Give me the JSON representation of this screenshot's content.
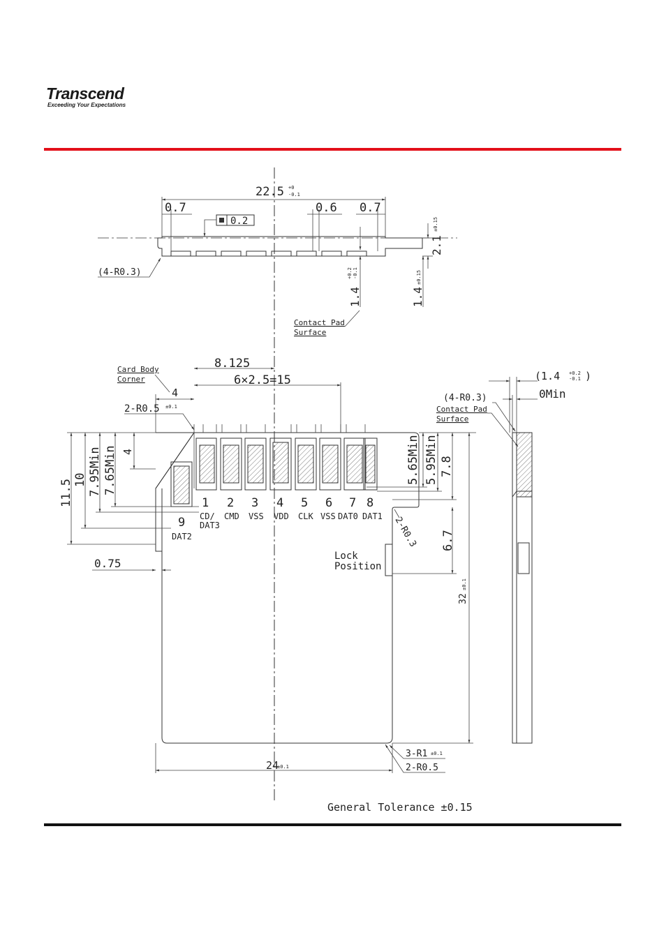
{
  "header": {
    "brand": "Transcend",
    "tagline": "Exceeding Your Expectations",
    "accent_color": "#e3101a"
  },
  "top_view": {
    "width_label": "22.5",
    "width_tol_upper": "+0",
    "width_tol_lower": "-0.1",
    "left_margin": "0.7",
    "right_gap_a": "0.6",
    "right_gap_b": "0.7",
    "flatness": "0.2",
    "thickness": "2.1",
    "thickness_tol": "±0.15",
    "corner_radius": "(4-R0.3)",
    "pad_depth_a": "1.4",
    "pad_depth_a_tol_upper": "+0.2",
    "pad_depth_a_tol_lower": "-0.1",
    "pad_depth_b": "1.4",
    "pad_depth_b_tol": "±0.15",
    "contact_pad_line1": "Contact Pad",
    "contact_pad_line2": "Surface"
  },
  "front_view": {
    "pin_offset": "8.125",
    "pin_pitch": "6×2.5=15",
    "corner_label_line1": "Card Body",
    "corner_label_line2": "Corner",
    "corner_offset": "4",
    "corner_radius": "2-R0.5",
    "corner_radius_tol": "±0.1",
    "left_dims": [
      "11.5",
      "10",
      "7.95Min",
      "7.65Min",
      "4"
    ],
    "right_dims": [
      "5.65Min",
      "5.95Min",
      "7.8"
    ],
    "lock_gap": "6.7",
    "length": "32",
    "length_tol": "±0.1",
    "notch_radius": "2-R0.3",
    "edge_offset": "0.75",
    "lock_line1": "Lock",
    "lock_line2": "Position",
    "width": "24",
    "width_tol": "±0.1",
    "bottom_radius_a": "3-R1",
    "bottom_radius_a_tol": "±0.1",
    "bottom_radius_b": "2-R0.5",
    "pins": [
      {
        "num": "1",
        "name": "CD/"
      },
      {
        "num": "2",
        "name": "CMD"
      },
      {
        "num": "3",
        "name": "VSS"
      },
      {
        "num": "4",
        "name": "VDD"
      },
      {
        "num": "5",
        "name": "CLK"
      },
      {
        "num": "6",
        "name": "VSS"
      },
      {
        "num": "7",
        "name": "DAT0"
      },
      {
        "num": "8",
        "name": "DAT1"
      }
    ],
    "pin1_name_line2": "DAT3",
    "pin9_num": "9",
    "pin9_name": "DAT2"
  },
  "side_view": {
    "depth": "(1.4",
    "depth_tol_upper": "+0.2",
    "depth_tol_lower": "-0.1",
    "depth_close": ")",
    "min_label": "0Min",
    "corner_radius": "(4-R0.3)",
    "contact_pad_line1": "Contact Pad",
    "contact_pad_line2": "Surface"
  },
  "footer": {
    "tolerance": "General Tolerance ±0.15"
  }
}
